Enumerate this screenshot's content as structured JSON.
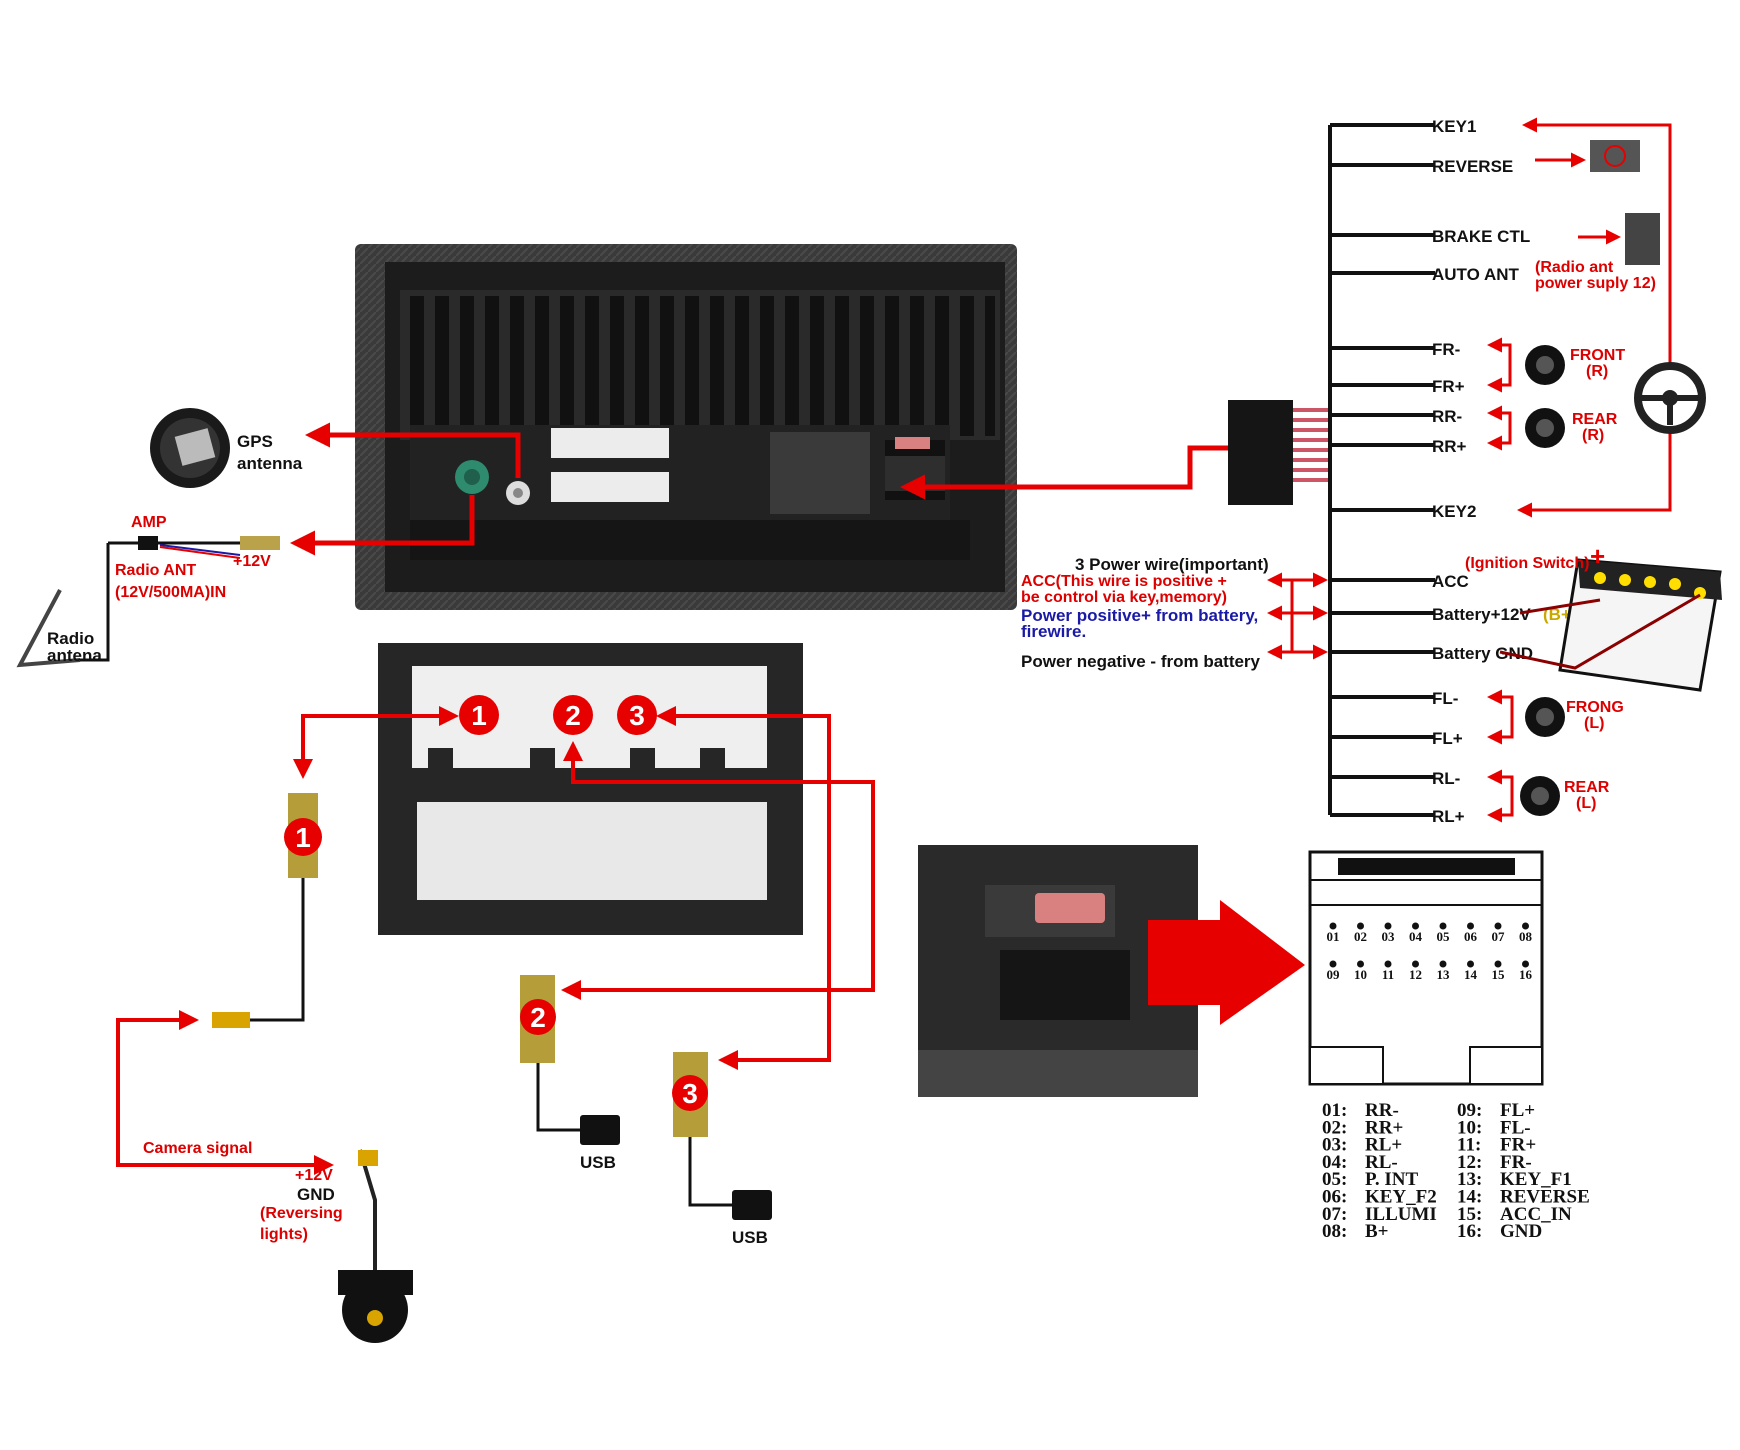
{
  "colors": {
    "wire": "#e60000",
    "black": "#111111",
    "blue": "#1a1aa6",
    "gold": "#c8a800",
    "unit": "#2b2b2b"
  },
  "left": {
    "gps": "GPS",
    "gps2": "antenna",
    "amp": "AMP",
    "plus12": "+12V",
    "radio_ant": "Radio ANT",
    "radio_ant_spec": "(12V/500MA)IN",
    "radio_antena_1": "Radio",
    "radio_antena_2": "antena"
  },
  "ports": {
    "n1": "1",
    "n2": "2",
    "n3": "3",
    "usb_a": "USB",
    "usb_b": "USB"
  },
  "camera": {
    "signal": "Camera signal",
    "plus12": "+12V",
    "gnd": "GND",
    "rev1": "(Reversing",
    "rev2": "lights)"
  },
  "harness": {
    "key1": "KEY1",
    "reverse": "REVERSE",
    "brake": "BRAKE CTL",
    "auto_ant": "AUTO ANT",
    "auto_ant_note1": "(Radio ant",
    "auto_ant_note2": "power suply 12)",
    "fr_minus": "FR-",
    "fr_plus": "FR+",
    "rr_minus": "RR-",
    "rr_plus": "RR+",
    "key2": "KEY2",
    "acc": "ACC",
    "battery": "Battery+12V",
    "battery_bplus": "(B+)",
    "gnd": "Battery GND",
    "fl_minus": "FL-",
    "fl_plus": "FL+",
    "rl_minus": "RL-",
    "rl_plus": "RL+",
    "front_r1": "FRONT",
    "front_r2": "(R)",
    "rear_r1": "REAR",
    "rear_r2": "(R)",
    "front_l1": "FRONG",
    "front_l2": "(L)",
    "rear_l1": "REAR",
    "rear_l2": "(L)",
    "ignition": "(Ignition Switch)"
  },
  "power": {
    "title": "3 Power wire(important)",
    "acc1": "ACC(This wire is positive +",
    "acc2": "be control via key,memory)",
    "bat1": "Power positive+ from battery,",
    "bat2": "firewire.",
    "neg": "Power negative - from battery"
  },
  "pins": {
    "top": [
      "01",
      "02",
      "03",
      "04",
      "05",
      "06",
      "07",
      "08"
    ],
    "bottom": [
      "09",
      "10",
      "11",
      "12",
      "13",
      "14",
      "15",
      "16"
    ]
  },
  "pin_list_left": [
    {
      "n": "01:",
      "v": "RR-"
    },
    {
      "n": "02:",
      "v": "RR+"
    },
    {
      "n": "03:",
      "v": "RL+"
    },
    {
      "n": "04:",
      "v": "RL-"
    },
    {
      "n": "05:",
      "v": "P. INT"
    },
    {
      "n": "06:",
      "v": "KEY_F2"
    },
    {
      "n": "07:",
      "v": "ILLUMI"
    },
    {
      "n": "08:",
      "v": "B+"
    }
  ],
  "pin_list_right": [
    {
      "n": "09:",
      "v": "FL+"
    },
    {
      "n": "10:",
      "v": "FL-"
    },
    {
      "n": "11:",
      "v": "FR+"
    },
    {
      "n": "12:",
      "v": "FR-"
    },
    {
      "n": "13:",
      "v": "KEY_F1"
    },
    {
      "n": "14:",
      "v": "REVERSE"
    },
    {
      "n": "15:",
      "v": "ACC_IN"
    },
    {
      "n": "16:",
      "v": "GND"
    }
  ]
}
